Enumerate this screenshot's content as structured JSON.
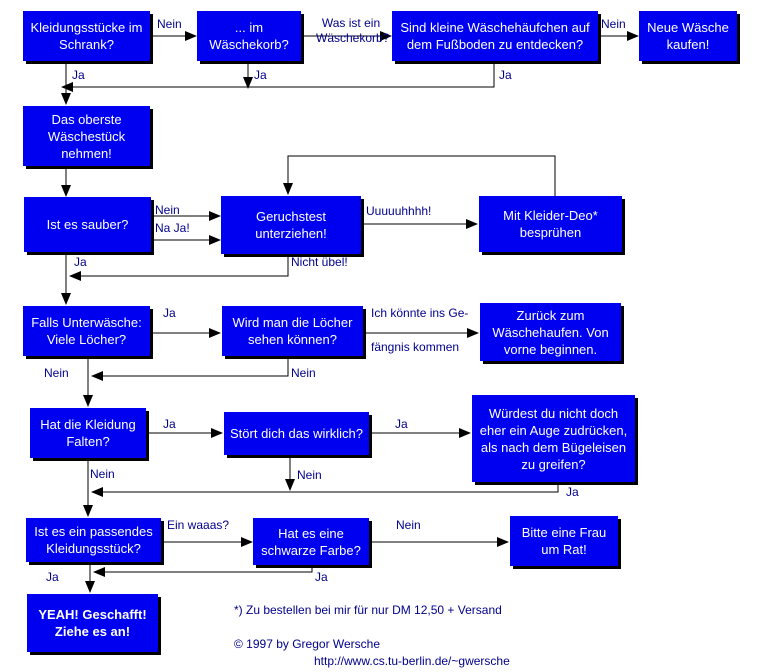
{
  "boxes": {
    "b1": "Kleidungsstücke im Schrank?",
    "b2": "... im Wäschekorb?",
    "b3": "Sind kleine Wäschehäufchen auf dem Fußboden zu entdecken?",
    "b4": "Neue Wäsche kaufen!",
    "b5": "Das oberste Wäschestück nehmen!",
    "b6": "Ist es sauber?",
    "b7": "Geruchstest unterziehen!",
    "b8": "Mit Kleider-Deo* besprühen",
    "b9": "Falls Unterwäsche: Viele Löcher?",
    "b10": "Wird man die Löcher sehen können?",
    "b11": "Zurück zum Wäschehaufen. Von vorne beginnen.",
    "b12": "Hat die Kleidung Falten?",
    "b13": "Stört dich das wirklich?",
    "b14": "Würdest du nicht doch eher ein Auge zudrücken, als nach dem Bügeleisen zu greifen?",
    "b15": "Ist es ein passendes Kleidungsstück?",
    "b16": "Hat es eine schwarze Farbe?",
    "b17": "Bitte eine Frau um Rat!",
    "b18": "YEAH! Geschafft! Ziehe es an!"
  },
  "labels": {
    "l1": "Nein",
    "l2": "Was ist ein Wäschekorb?",
    "l3": "Nein",
    "l4": "Ja",
    "l5": "Ja",
    "l6": "Ja",
    "l7": "Nein",
    "l8": "Na Ja!",
    "l9": "Uuuuuhhhh!",
    "l10": "Ja",
    "l11": "Nicht übel!",
    "l12": "Ja",
    "l13": "Ich könnte ins Ge-",
    "l14": "fängnis kommen",
    "l15": "Nein",
    "l16": "Nein",
    "l17": "Ja",
    "l18": "Ja",
    "l19": "Nein",
    "l20": "Nein",
    "l21": "Ja",
    "l22": "Ein waaas?",
    "l23": "Nein",
    "l24": "Ja",
    "l25": "Ja"
  },
  "footer": {
    "note": "*) Zu bestellen bei mir für nur DM 12,50 + Versand",
    "copyright": "© 1997 by Gregor Wersche",
    "url": "http://www.cs.tu-berlin.de/~gwersche"
  },
  "colors": {
    "box": "#0000f0",
    "line": "#000000",
    "label": "#00008b"
  }
}
